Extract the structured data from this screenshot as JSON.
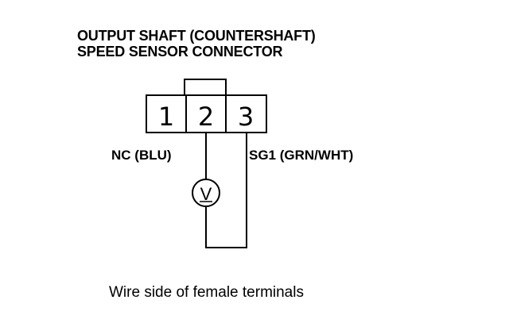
{
  "title": {
    "line1": "OUTPUT SHAFT (COUNTERSHAFT)",
    "line2": "SPEED SENSOR CONNECTOR"
  },
  "connector": {
    "pins": [
      "1",
      "2",
      "3"
    ]
  },
  "wires": {
    "pin2_label": "NC (BLU)",
    "pin3_label": "SG1 (GRN/WHT)"
  },
  "meter": {
    "symbol": "V"
  },
  "caption": "Wire side of female terminals",
  "colors": {
    "ink": "#000000",
    "background": "#ffffff"
  }
}
